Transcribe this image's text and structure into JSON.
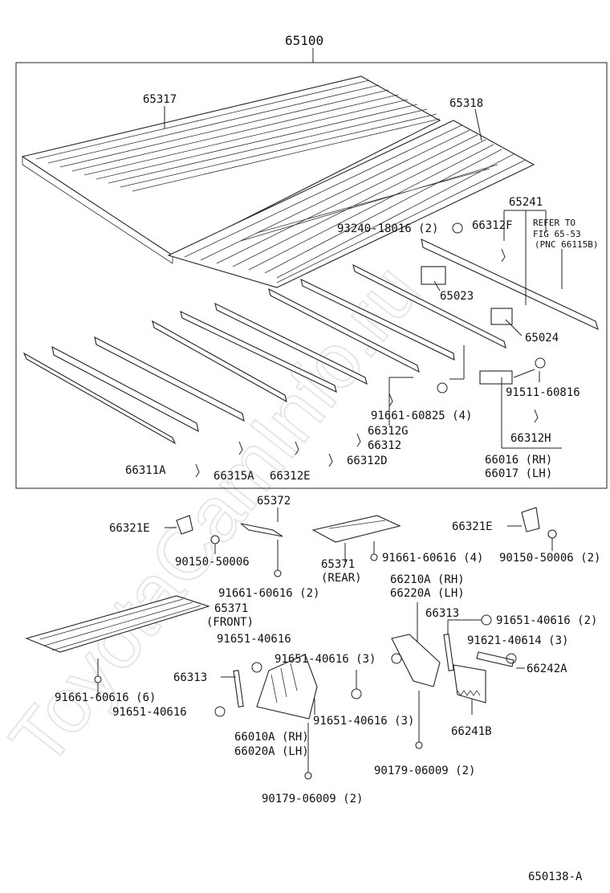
{
  "watermark": "ToyotaCamInfo.ru",
  "figure_id": "650138-A",
  "assembly_label": "65100",
  "refer_note": {
    "line1": "REFER TO",
    "line2": "FIG 65-53",
    "line3": "(PNC 66115B)"
  },
  "labels": {
    "p65317": "65317",
    "p65318": "65318",
    "p65241": "65241",
    "p93240": "93240-18016 (2)",
    "p66312F": "66312F",
    "p65023": "65023",
    "p65024": "65024",
    "p91511": "91511-60816",
    "p91661_825": "91661-60825 (4)",
    "p66312G": "66312G",
    "p66312": "66312",
    "p66312D": "66312D",
    "p66312H": "66312H",
    "p66016": "66016 (RH)",
    "p66017": "66017 (LH)",
    "p66311A": "66311A",
    "p66315A": "66315A",
    "p66312E": "66312E",
    "p65372": "65372",
    "p66321E_l": "66321E",
    "p90150_l": "90150-50006",
    "p91661_616_2": "91661-60616 (2)",
    "p65371_rear": "65371",
    "p65371_rear_sub": "(REAR)",
    "p91661_616_4": "91661-60616 (4)",
    "p66321E_r": "66321E",
    "p90150_r": "90150-50006 (2)",
    "p66210A": "66210A (RH)",
    "p66220A": "66220A (LH)",
    "p65371_front": "65371",
    "p65371_front_sub": "(FRONT)",
    "p66313_r": "66313",
    "p91651_616_2r": "91651-40616 (2)",
    "p91621": "91621-40614 (3)",
    "p91651_a": "91651-40616",
    "p91651_616_3a": "91651-40616 (3)",
    "p66242A": "66242A",
    "p66313_l": "66313",
    "p91661_616_6": "91661-60616 (6)",
    "p91651_b": "91651-40616",
    "p91651_616_3b": "91651-40616 (3)",
    "p66241B": "66241B",
    "p66010A": "66010A (RH)",
    "p66020A": "66020A (LH)",
    "p90179_r": "90179-06009 (2)",
    "p90179_l": "90179-06009 (2)"
  }
}
